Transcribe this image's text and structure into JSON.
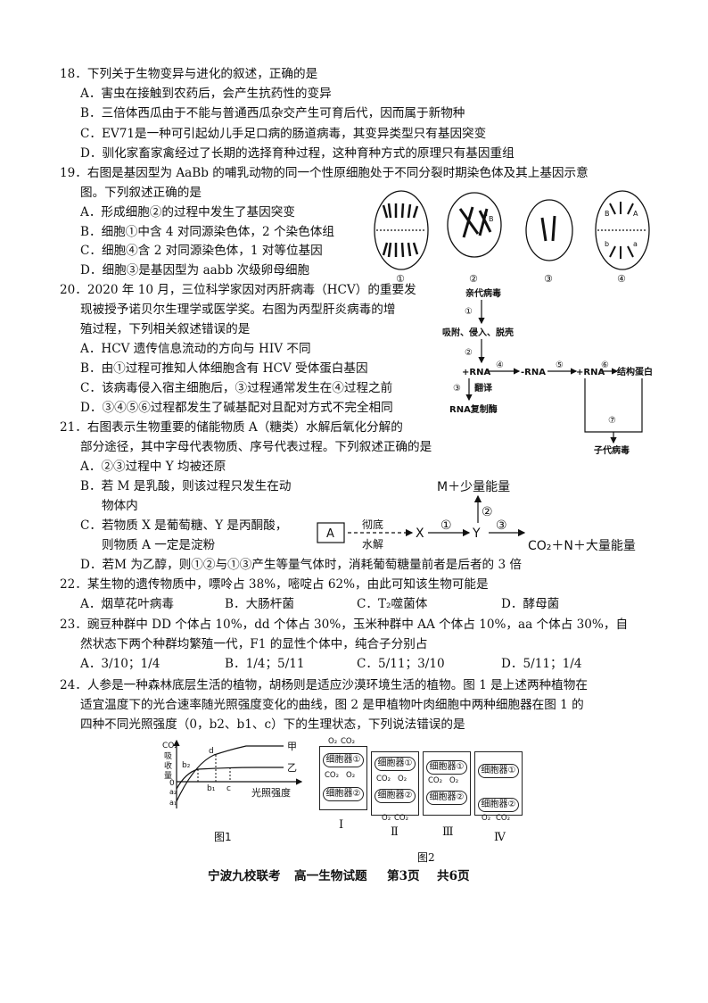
{
  "q18": {
    "stem": "18．下列关于生物变异与进化的叙述，正确的是",
    "A": "A．害虫在接触到农药后，会产生抗药性的变异",
    "B": "B．三倍体西瓜由于不能与普通西瓜杂交产生可育后代，因而属于新物种",
    "C": "C．EV71是一种可引起幼儿手足口病的肠道病毒，其变异类型只有基因突变",
    "D": "D．驯化家畜家禽经过了长期的选择育种过程，这种育种方式的原理只有基因重组"
  },
  "q19": {
    "stem1": "19．右图是基因型为 AaBb 的哺乳动物的同一个性原细胞处于不同分裂时期染色体及其上基因示意",
    "stem2": "图。下列叙述正确的是",
    "A": "A．形成细胞②的过程中发生了基因突变",
    "B": "B．细胞①中含 4 对同源染色体，2 个染色体组",
    "C": "C．细胞④含 2 对同源染色体，1 对等位基因",
    "D": "D．细胞③是基因型为 aabb 次级卵母细胞",
    "fig_labels": [
      "①",
      "②",
      "③",
      "④"
    ],
    "genes": {
      "a": "a",
      "A": "A",
      "B": "B",
      "b": "b"
    }
  },
  "q20": {
    "stem1": "20．2020 年 10 月，三位科学家因对丙肝病毒（HCV）的重要发",
    "stem2": "现被授予诺贝尔生理学或医学奖。右图为丙型肝炎病毒的增",
    "stem3": "殖过程，下列相关叙述错误的是",
    "A": "A．HCV 遗传信息流动的方向与 HIV 不同",
    "B": "B．由①过程可推知人体细胞含有 HCV 受体蛋白基因",
    "C": "C．该病毒侵入宿主细胞后，③过程通常发生在④过程之前",
    "D": "D．③④⑤⑥过程都发生了碱基配对且配对方式不完全相同",
    "flow": {
      "parent": "亲代病毒",
      "step1": "①",
      "entry": "吸附、侵入、脱壳",
      "step2": "②",
      "rna_plus": "+RNA",
      "step4": "④",
      "rna_minus": "-RNA",
      "step5": "⑤",
      "rna_plus2": "+RNA",
      "step6": "⑥",
      "struct": "结构蛋白",
      "step3": "③",
      "translate": "翻译",
      "replicase": "RNA复制酶",
      "step7": "⑦",
      "progeny": "子代病毒"
    }
  },
  "q21": {
    "stem1": "21．右图表示生物重要的储能物质 A（糖类）水解后氧化分解的",
    "stem2": "部分途径，其中字母代表物质、序号代表过程。下列叙述正确的是",
    "A": "A．②③过程中 Y 均被还原",
    "B1": "B．若 M 是乳酸，则该过程只发生在动",
    "B2": "物体内",
    "C1": "C．若物质 X 是葡萄糖、Y 是丙酮酸，",
    "C2": "则物质 A 一定是淀粉",
    "D": "D．若M 为乙醇，则①②与①③产生等量气体时，消耗葡萄糖量前者是后者的 3 倍",
    "fig": {
      "A": "A",
      "hydro1": "彻底",
      "hydro2": "水解",
      "X": "X",
      "s1": "①",
      "Y": "Y",
      "s2": "②",
      "s3": "③",
      "top": "M＋少量能量",
      "right": "CO₂＋N＋大量能量"
    }
  },
  "q22": {
    "stem": "22．某生物的遗传物质中，嘌呤占 38%，嘧啶占 62%，由此可知该生物可能是",
    "A": "A．烟草花叶病毒",
    "B": "B．大肠杆菌",
    "C": "C．T₂噬菌体",
    "D": "D．酵母菌"
  },
  "q23": {
    "stem1": "23．豌豆种群中 DD 个体占 10%，dd 个体占 30%，玉米种群中 AA 个体占 10%，aa 个体占 30%，自",
    "stem2": "然状态下两个种群均繁殖一代，F1 的显性个体中，纯合子分别占",
    "A": "A．3/10；1/4",
    "B": "B．1/4；5/11",
    "C": "C．5/11；3/10",
    "D": "D．5/11；1/4"
  },
  "q24": {
    "stem1": "24．人参是一种森林底层生活的植物，胡杨则是适应沙漠环境生活的植物。图 1 是上述两种植物在",
    "stem2": "适宜温度下的光合速率随光照强度变化的曲线，图 2 是甲植物叶肉细胞中两种细胞器在图 1 的",
    "stem3": "四种不同光照强度（0，b2、b1、c）下的生理状态，下列说法错误的是",
    "fig1": {
      "ylabel1": "CO₂",
      "ylabel2": "吸",
      "ylabel3": "收",
      "ylabel4": "量",
      "xlabel": "光照强度",
      "jia": "甲",
      "yi": "乙",
      "d": "d",
      "b2": "b₂",
      "b1": "b₁",
      "c": "c",
      "o": "0",
      "a2": "a₂",
      "a1": "a₁",
      "caption": "图1"
    },
    "fig2": {
      "organelle1": "细胞器①",
      "organelle2": "细胞器②",
      "o2": "O₂",
      "co2": "CO₂",
      "panels": [
        "Ⅰ",
        "Ⅱ",
        "Ⅲ",
        "Ⅳ"
      ],
      "caption": "图2"
    }
  },
  "footer": {
    "school": "宁波九校联考",
    "subject": "高一生物试题",
    "page": "第3页",
    "total": "共6页"
  }
}
